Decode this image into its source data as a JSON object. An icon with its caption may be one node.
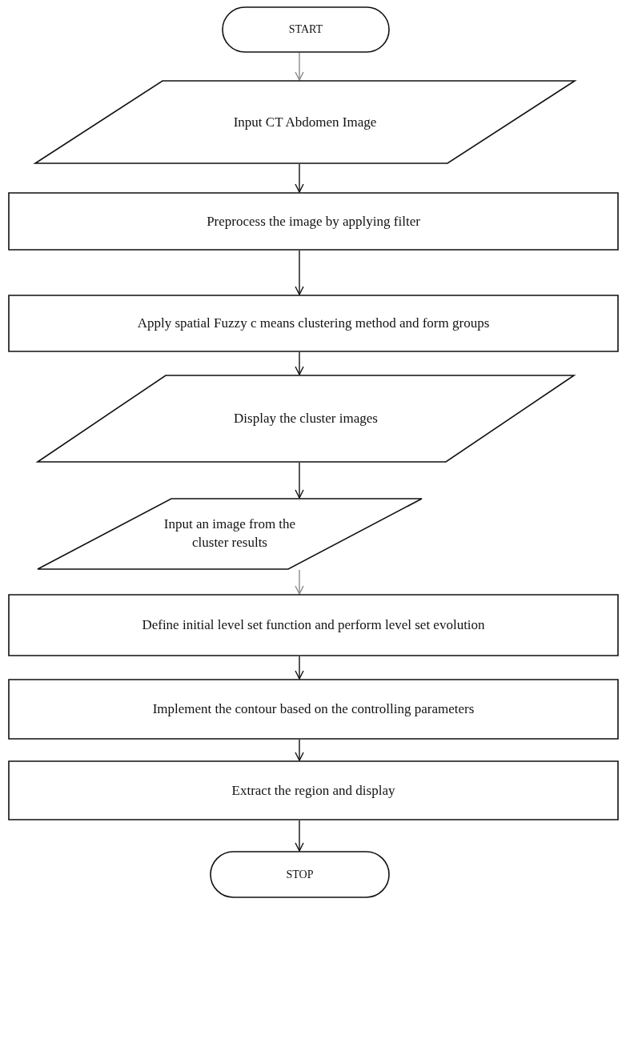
{
  "diagram": {
    "nodes": [
      {
        "text": [
          "START"
        ]
      },
      {
        "text": [
          "Input CT Abdomen Image"
        ]
      },
      {
        "text": [
          "Preprocess the image by applying filter"
        ]
      },
      {
        "text": [
          "Apply spatial Fuzzy c means clustering method and form groups"
        ]
      },
      {
        "text": [
          "Display the cluster images"
        ]
      },
      {
        "text": [
          "Input an image from the cluster results"
        ]
      },
      {
        "text": [
          "Define initial level set function and perform level set evolution"
        ]
      },
      {
        "text": [
          "Implement the contour based on the controlling parameters"
        ]
      },
      {
        "text": [
          "Extract the region and display"
        ]
      },
      {
        "text": [
          "STOP"
        ]
      }
    ],
    "edges": [
      {
        "from": 0,
        "to": 1,
        "arrow": "to",
        "color": "#8a8a8a"
      },
      {
        "from": 1,
        "to": 2,
        "arrow": "to"
      },
      {
        "from": 2,
        "to": 3,
        "arrow": "to"
      },
      {
        "from": 3,
        "to": 4,
        "arrow": "to"
      },
      {
        "from": 4,
        "to": 5,
        "arrow": "to"
      },
      {
        "from": 5,
        "to": 6,
        "arrow": "to",
        "color": "#8a8a8a"
      },
      {
        "from": 6,
        "to": 7,
        "arrow": "to"
      },
      {
        "from": 7,
        "to": 8,
        "arrow": "to"
      },
      {
        "from": 8,
        "to": 9,
        "arrow": "to"
      }
    ]
  }
}
